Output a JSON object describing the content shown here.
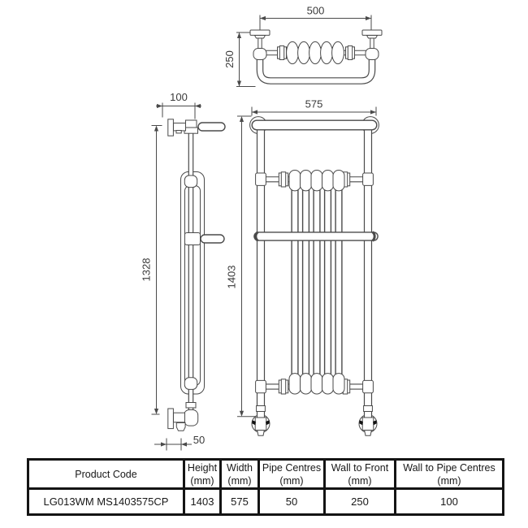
{
  "drawing": {
    "top_view": {
      "width": "500",
      "depth": "250"
    },
    "side_view": {
      "wall_offset": "100",
      "height": "1328",
      "pipe_offset": "50"
    },
    "front_view": {
      "width": "575",
      "height": "1403"
    }
  },
  "table": {
    "columns": [
      {
        "label": "Product Code",
        "unit": ""
      },
      {
        "label": "Height",
        "unit": "(mm)"
      },
      {
        "label": "Width",
        "unit": "(mm)"
      },
      {
        "label": "Pipe Centres",
        "unit": "(mm)"
      },
      {
        "label": "Wall to Front",
        "unit": "(mm)"
      },
      {
        "label": "Wall to Pipe Centres",
        "unit": "(mm)"
      }
    ],
    "rows": [
      {
        "product_code": "LG013WM MS1403575CP",
        "height": "1403",
        "width": "575",
        "pipe_centres": "50",
        "wall_to_front": "250",
        "wall_to_pipe_centres": "100"
      }
    ]
  },
  "colors": {
    "line": "#4a4a4a",
    "text": "#3a3a3a",
    "table_border": "#141414"
  }
}
